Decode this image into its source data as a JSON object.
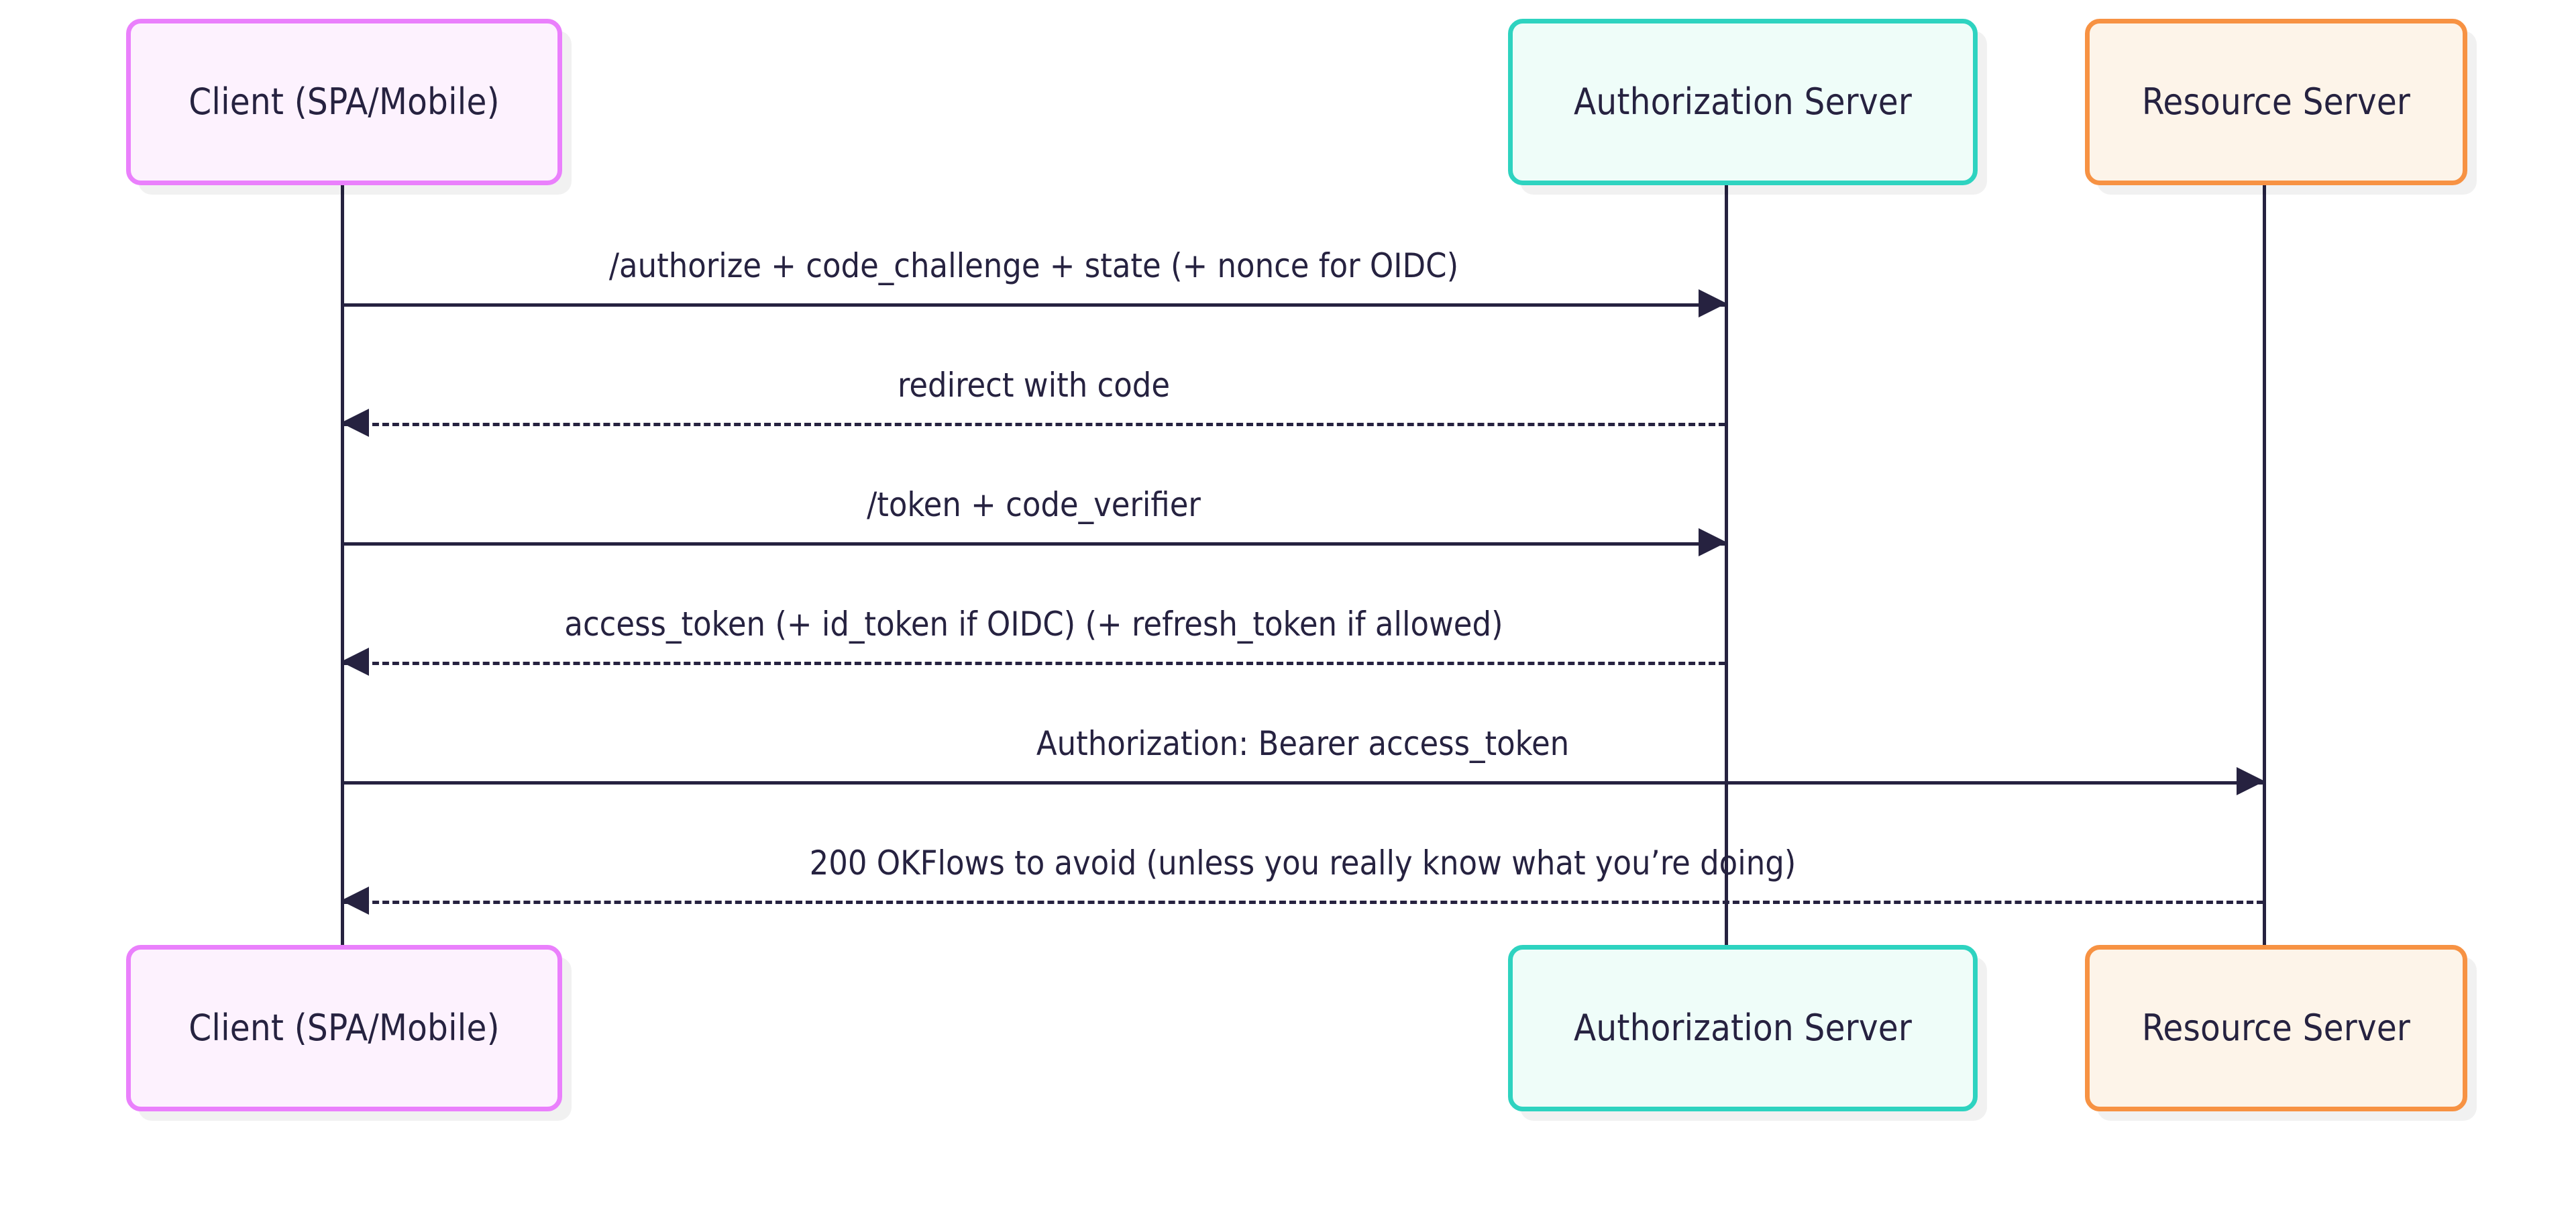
{
  "diagram": {
    "type": "sequence-diagram",
    "background_color": "#ffffff",
    "line_color": "#262240",
    "text_color": "#262240"
  },
  "participants": [
    {
      "id": "client",
      "label": "Client (SPA/Mobile)",
      "border_color": "#ea80fc",
      "fill_color": "#fdf2fe"
    },
    {
      "id": "auth",
      "label": "Authorization Server",
      "border_color": "#2ed3c0",
      "fill_color": "#effdf9"
    },
    {
      "id": "resource",
      "label": "Resource Server",
      "border_color": "#f79243",
      "fill_color": "#fdf4e9"
    }
  ],
  "messages": [
    {
      "label": "/authorize + code_challenge + state (+ nonce for OIDC)",
      "from": "client",
      "to": "auth",
      "direction": "right",
      "style": "solid"
    },
    {
      "label": "redirect with code",
      "from": "auth",
      "to": "client",
      "direction": "left",
      "style": "dashed"
    },
    {
      "label": "/token + code_verifier",
      "from": "client",
      "to": "auth",
      "direction": "right",
      "style": "solid"
    },
    {
      "label": "access_token (+ id_token if OIDC) (+ refresh_token if allowed)",
      "from": "auth",
      "to": "client",
      "direction": "left",
      "style": "dashed"
    },
    {
      "label": "Authorization: Bearer access_token",
      "from": "client",
      "to": "resource",
      "direction": "right",
      "style": "solid"
    },
    {
      "label": "200 OKFlows to avoid (unless you really know what you’re doing)",
      "from": "client",
      "to": "resource",
      "direction": "left",
      "style": "dashed"
    }
  ]
}
